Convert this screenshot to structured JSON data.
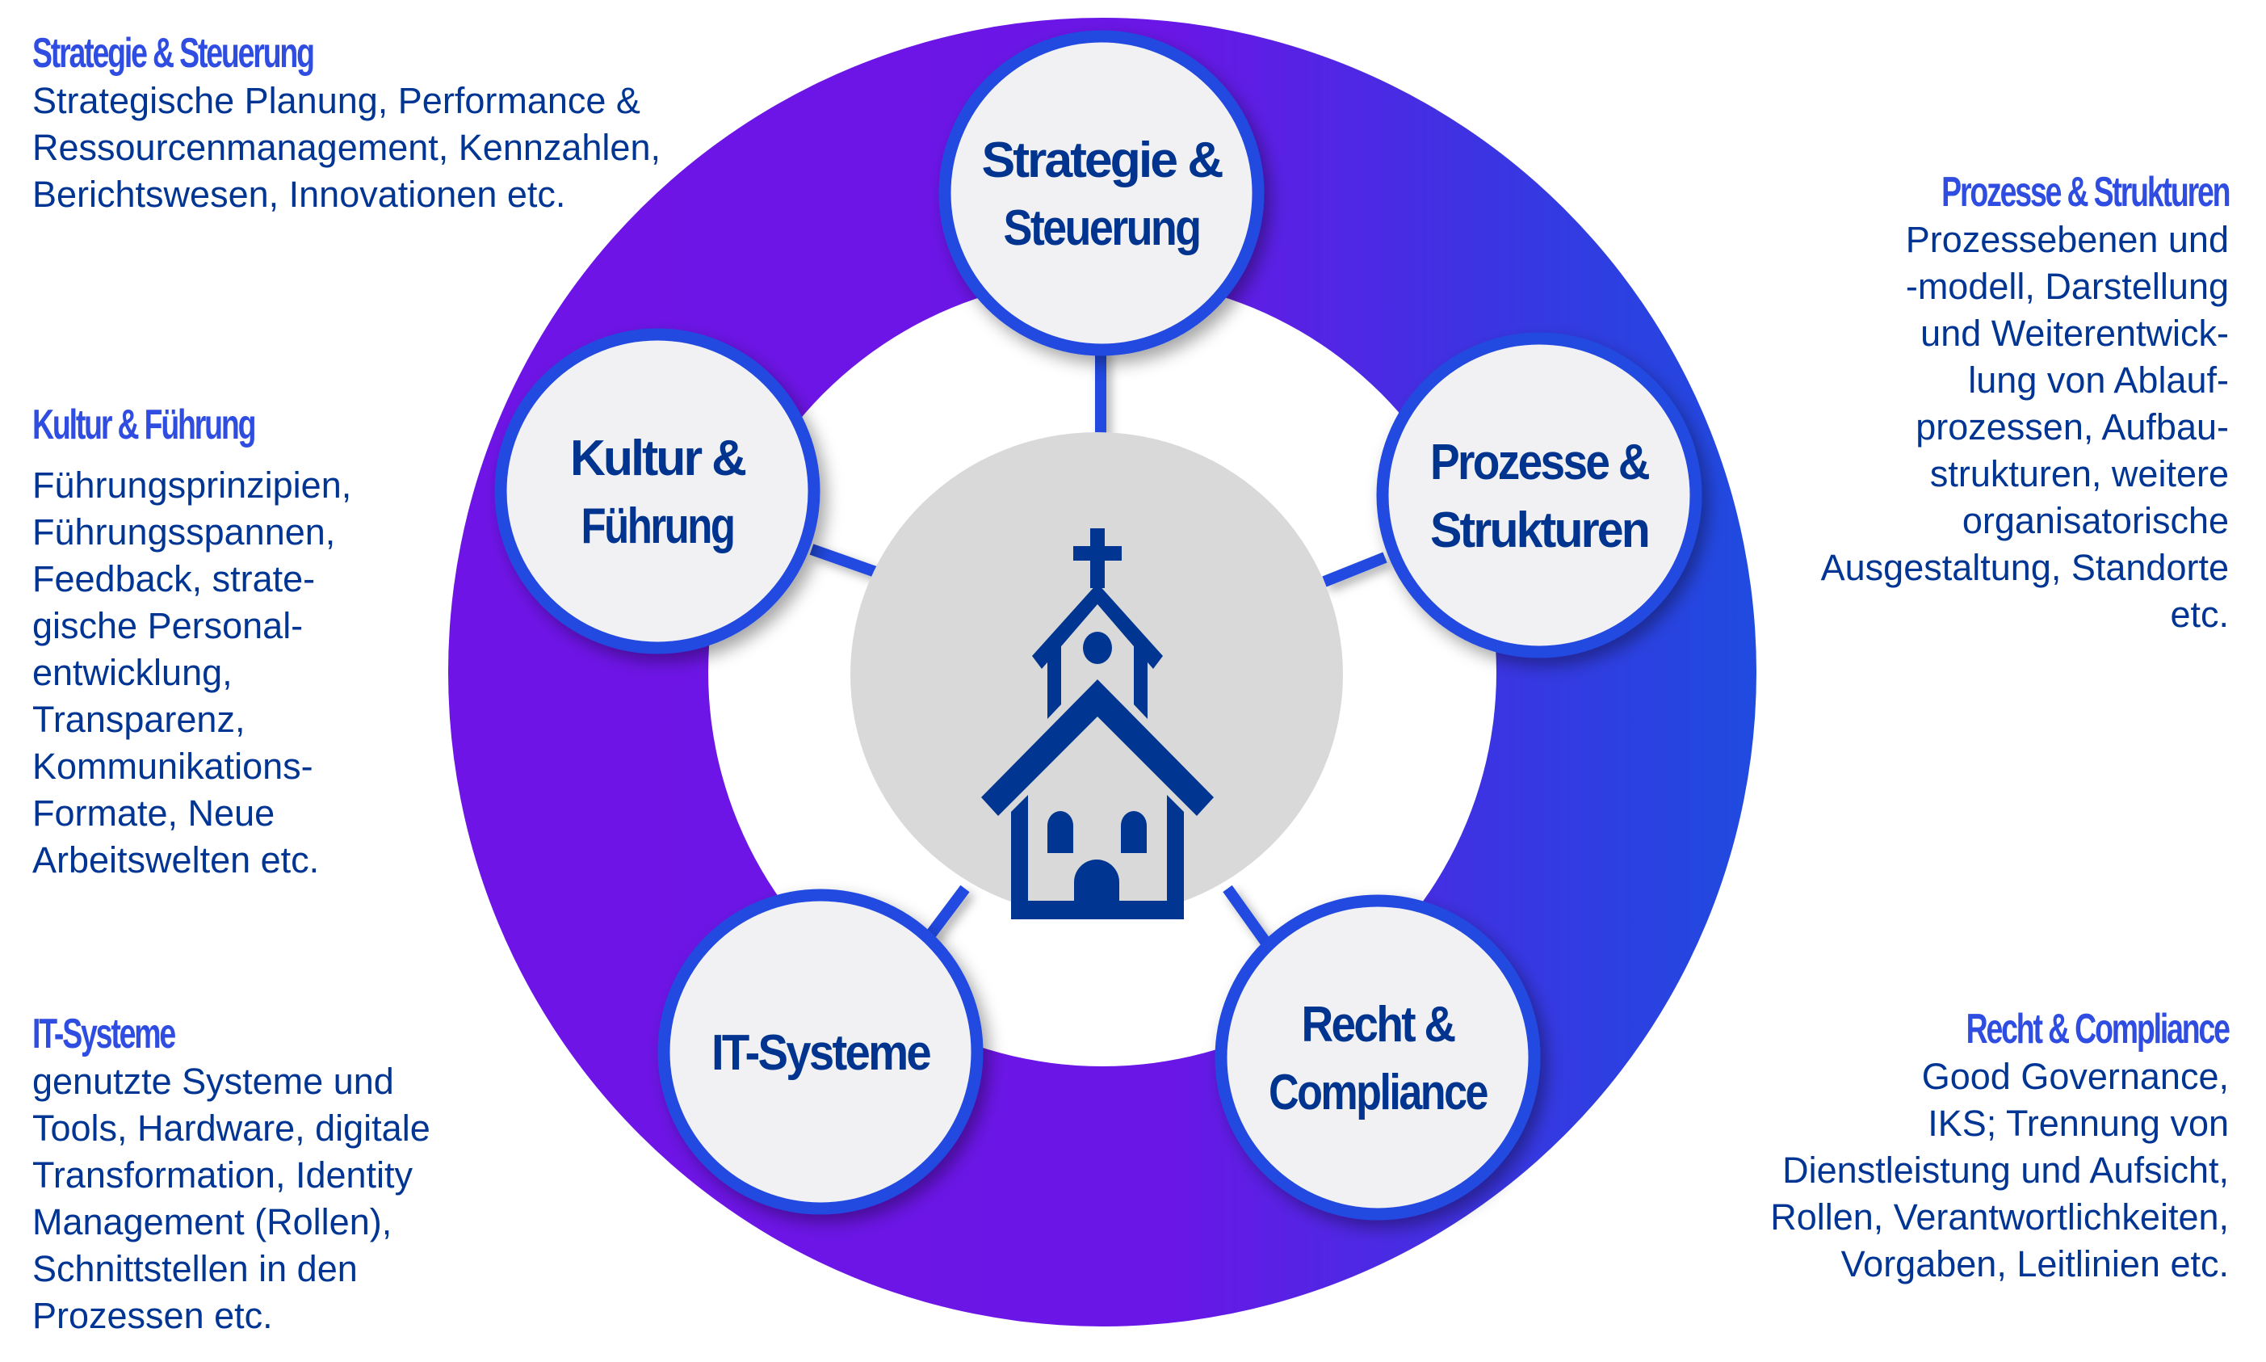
{
  "colors": {
    "ring_left": "#6f14e6",
    "ring_right": "#1f4be0",
    "node_fill": "#f1f1f3",
    "node_border": "#2149e0",
    "connector": "#2149e0",
    "center_fill": "#d9d9d9",
    "icon": "#003591",
    "title_text": "#2f4de0",
    "body_text": "#003594",
    "node_text": "#00348f"
  },
  "center": {
    "icon": "church-icon"
  },
  "nodes": [
    {
      "id": "strategie",
      "lines": [
        "Strategie &",
        "Steuerung"
      ]
    },
    {
      "id": "prozesse",
      "lines": [
        "Prozesse &",
        "Strukturen"
      ]
    },
    {
      "id": "recht",
      "lines": [
        "Recht &",
        "Compliance"
      ]
    },
    {
      "id": "it",
      "lines": [
        "IT-Systeme"
      ]
    },
    {
      "id": "kultur",
      "lines": [
        "Kultur &",
        "Führung"
      ]
    }
  ],
  "blocks": {
    "strategie": {
      "title": "Strategie & Steuerung",
      "lines": [
        "Strategische Planung, Performance &",
        "Ressourcenmanagement, Kennzahlen,",
        "Berichtswesen, Innovationen etc."
      ]
    },
    "kultur": {
      "title": "Kultur & Führung",
      "lines": [
        "Führungsprinzipien,",
        "Führungsspannen,",
        "Feedback, strate-",
        "gische Personal-",
        "entwicklung,",
        "Transparenz,",
        "Kommunikations-",
        "Formate, Neue",
        "Arbeitswelten etc."
      ]
    },
    "it": {
      "title": "IT-Systeme",
      "lines": [
        "genutzte Systeme und",
        "Tools, Hardware, digitale",
        "Transformation, Identity",
        "Management (Rollen),",
        "Schnittstellen in den",
        "Prozessen etc."
      ]
    },
    "prozesse": {
      "title": "Prozesse & Strukturen",
      "lines": [
        "Prozessebenen und",
        "-modell, Darstellung",
        "und Weiterentwick-",
        "lung von Ablauf-",
        "prozessen, Aufbau-",
        "strukturen, weitere",
        "organisatorische",
        "Ausgestaltung, Standorte",
        "etc."
      ]
    },
    "recht": {
      "title": "Recht & Compliance",
      "lines": [
        "Good Governance,",
        "IKS; Trennung von",
        "Dienstleistung und Aufsicht,",
        "Rollen, Verantwortlichkeiten,",
        "Vorgaben, Leitlinien etc."
      ]
    }
  }
}
